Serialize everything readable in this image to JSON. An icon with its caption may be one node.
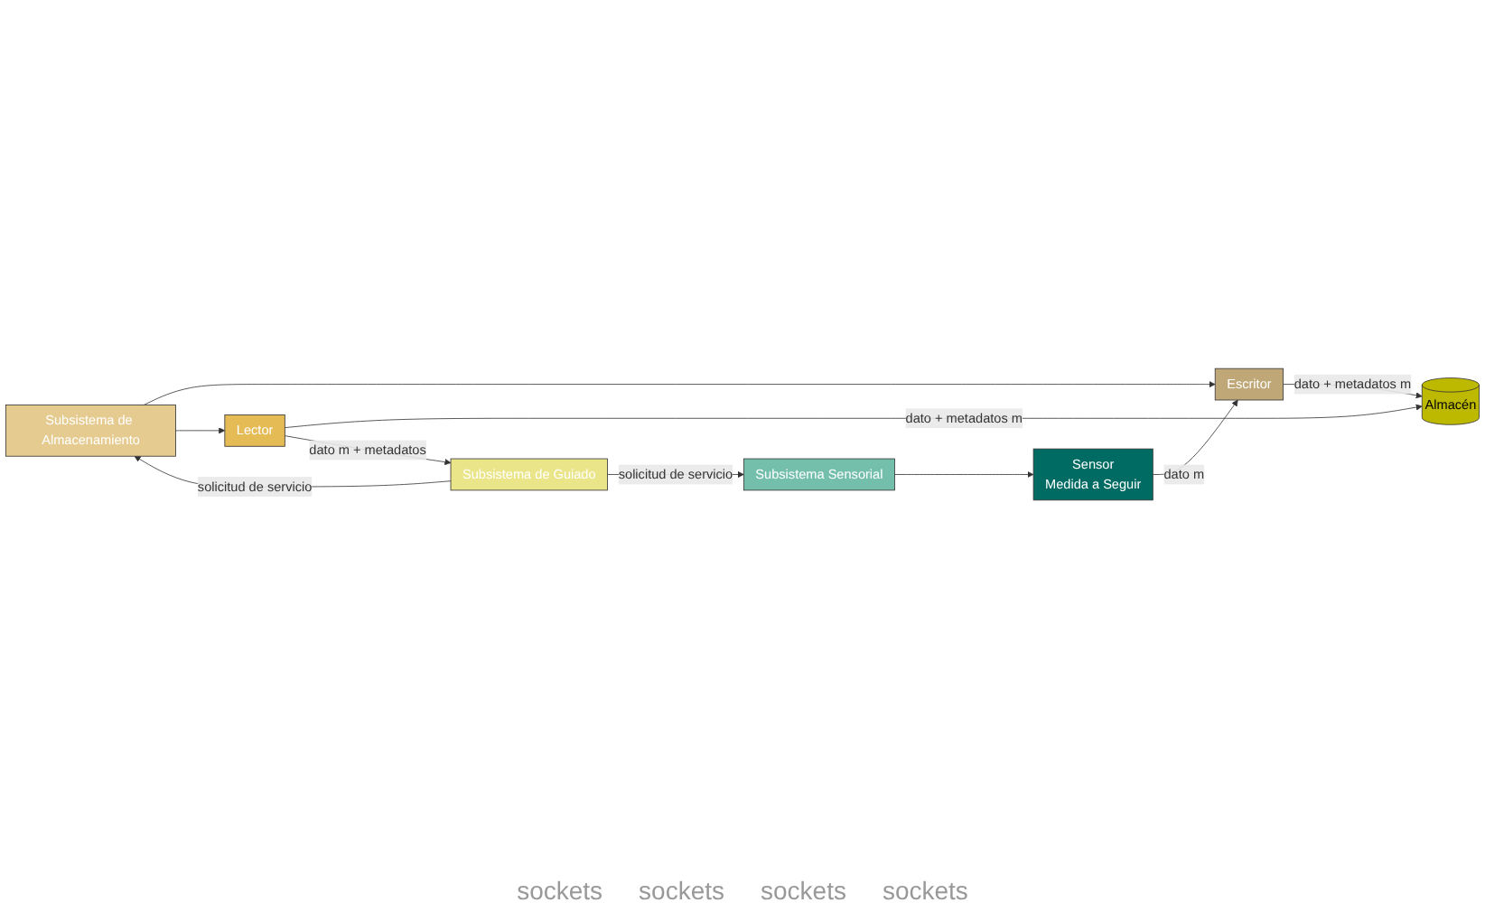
{
  "diagram": {
    "nodes": [
      {
        "text": [
          "Subsistema Sensorial"
        ]
      },
      {
        "text": [
          "Sensor",
          "Medida a Seguir"
        ]
      },
      {
        "text": [
          "Escritor"
        ]
      },
      {
        "text": [
          "Almacén"
        ]
      },
      {
        "text": [
          "Subsistema de Almacenamiento"
        ]
      },
      {
        "text": [
          "Lector"
        ]
      },
      {
        "text": [
          "Subsistema de Guiado"
        ]
      }
    ],
    "edges": [
      {
        "from": 0,
        "to": 1,
        "arrow": "to"
      },
      {
        "from": 1,
        "to": 2,
        "arrow": "to",
        "label": "dato m"
      },
      {
        "from": 4,
        "to": 2,
        "arrow": "to"
      },
      {
        "from": 2,
        "to": 3,
        "arrow": "to",
        "label": "dato + metadatos m"
      },
      {
        "from": 4,
        "to": 5,
        "arrow": "to"
      },
      {
        "from": 5,
        "to": 3,
        "arrow": "to",
        "label": "dato + metadatos m"
      },
      {
        "from": 5,
        "to": 6,
        "arrow": "to",
        "label": "dato m + metadatos"
      },
      {
        "from": 6,
        "to": 0,
        "arrow": "to",
        "label": "solicitud de servicio"
      },
      {
        "from": 6,
        "to": 4,
        "arrow": "to",
        "label": "solicitud de servicio"
      }
    ],
    "labels": [
      "sockets",
      "sockets",
      "sockets",
      "sockets"
    ]
  }
}
